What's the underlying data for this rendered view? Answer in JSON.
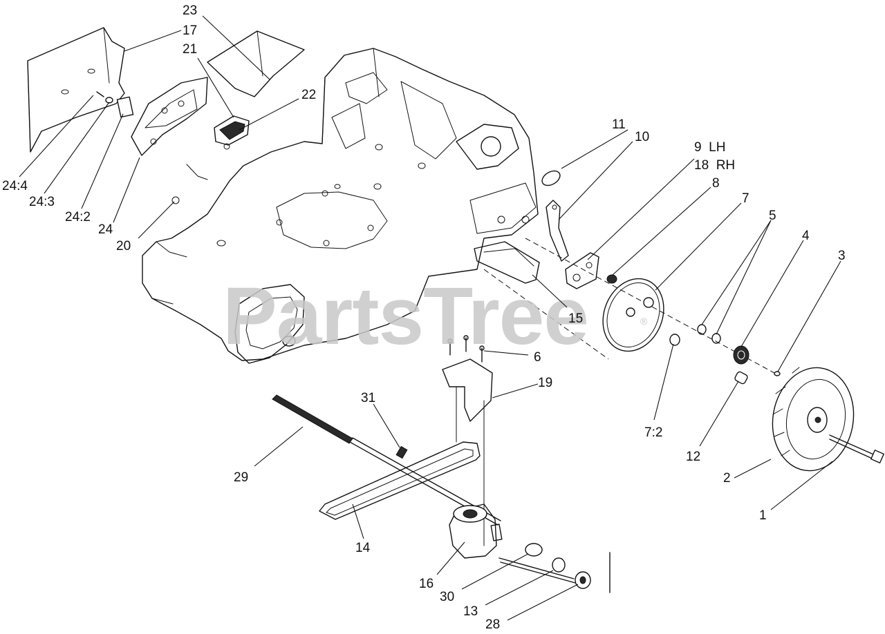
{
  "watermark": {
    "text": "PartsTree",
    "registered_mark": "®"
  },
  "callouts": [
    {
      "id": "c-23",
      "label": "23"
    },
    {
      "id": "c-17",
      "label": "17"
    },
    {
      "id": "c-21",
      "label": "21"
    },
    {
      "id": "c-22",
      "label": "22"
    },
    {
      "id": "c-11",
      "label": "11"
    },
    {
      "id": "c-10",
      "label": "10"
    },
    {
      "id": "c-9lh",
      "label": "9  LH"
    },
    {
      "id": "c-18rh",
      "label": "18  RH"
    },
    {
      "id": "c-8",
      "label": "8"
    },
    {
      "id": "c-7",
      "label": "7"
    },
    {
      "id": "c-5",
      "label": "5"
    },
    {
      "id": "c-4",
      "label": "4"
    },
    {
      "id": "c-3",
      "label": "3"
    },
    {
      "id": "c-24-4",
      "label": "24:4"
    },
    {
      "id": "c-24-3",
      "label": "24:3"
    },
    {
      "id": "c-24-2",
      "label": "24:2"
    },
    {
      "id": "c-24",
      "label": "24"
    },
    {
      "id": "c-20",
      "label": "20"
    },
    {
      "id": "c-15",
      "label": "15"
    },
    {
      "id": "c-6",
      "label": "6"
    },
    {
      "id": "c-19",
      "label": "19"
    },
    {
      "id": "c-31",
      "label": "31"
    },
    {
      "id": "c-29",
      "label": "29"
    },
    {
      "id": "c-7-2",
      "label": "7:2"
    },
    {
      "id": "c-12",
      "label": "12"
    },
    {
      "id": "c-2",
      "label": "2"
    },
    {
      "id": "c-1",
      "label": "1"
    },
    {
      "id": "c-14",
      "label": "14"
    },
    {
      "id": "c-16",
      "label": "16"
    },
    {
      "id": "c-30",
      "label": "30"
    },
    {
      "id": "c-13",
      "label": "13"
    },
    {
      "id": "c-28",
      "label": "28"
    }
  ]
}
